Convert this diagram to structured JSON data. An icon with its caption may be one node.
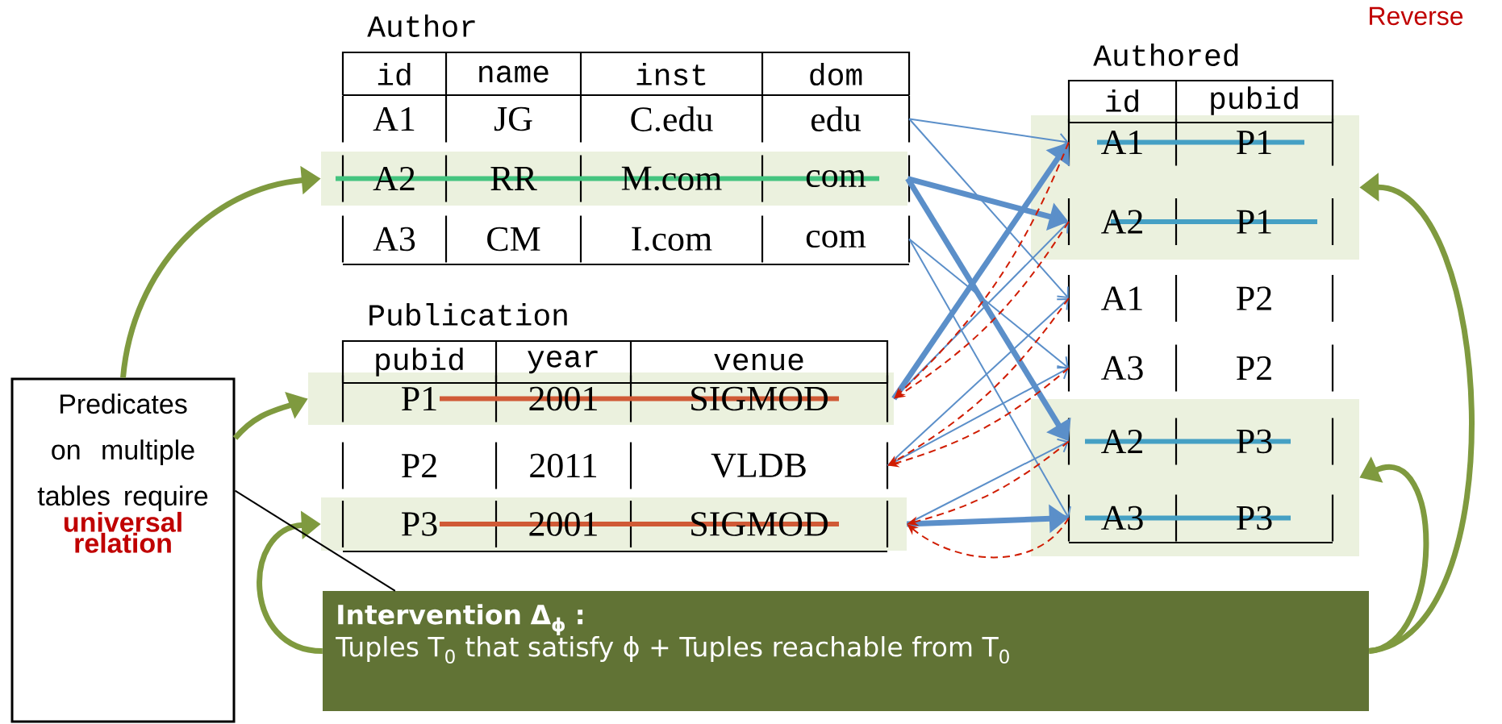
{
  "diagram": {
    "nodes": [
      {
        "text": [
          "A1",
          "JG",
          "C.edu",
          "edu"
        ]
      },
      {
        "text": [
          "A2",
          "RR",
          "M.com",
          "com"
        ]
      },
      {
        "text": [
          "A3",
          "CM",
          "I.com",
          "com"
        ]
      },
      {
        "text": [
          "P1",
          "2001",
          "SIGMOD"
        ]
      },
      {
        "text": [
          "P2",
          "2011",
          "VLDB"
        ]
      },
      {
        "text": [
          "P3",
          "2001",
          "SIGMOD"
        ]
      },
      {
        "text": [],
        "shape": "box"
      },
      {
        "text": [
          "A1",
          "P1"
        ],
        "in": 6
      },
      {
        "text": [
          "A2",
          "P1"
        ],
        "in": 6
      },
      {
        "text": [
          "A1",
          "P2"
        ]
      },
      {
        "text": [
          "A3",
          "P2"
        ]
      },
      {
        "text": [],
        "shape": "box"
      },
      {
        "text": [
          "A2",
          "P3"
        ],
        "in": 11
      },
      {
        "text": [
          "A3",
          "P3"
        ],
        "in": 11
      },
      {
        "text": [
          "Predicates on multiple tables require",
          "universal relation"
        ]
      },
      {
        "text": [
          "Intervention Δ$_{ϕ}$ :",
          "Tuples T$_{0}$ that satisfy ϕ + Tuples reachable from T$_{0}$"
        ]
      }
    ],
    "edges": [
      {
        "from": 0,
        "to": 7,
        "arrow": "to"
      },
      {
        "from": 0,
        "to": 9,
        "arrow": "to"
      },
      {
        "from": 1,
        "to": 8,
        "arrow": "to",
        "style": "thick"
      },
      {
        "from": 1,
        "to": 12,
        "arrow": "to",
        "style": "thick"
      },
      {
        "from": 2,
        "to": 10,
        "arrow": "to"
      },
      {
        "from": 2,
        "to": 13,
        "arrow": "to"
      },
      {
        "from": 3,
        "to": 7,
        "arrow": "to",
        "style": "thick"
      },
      {
        "from": 3,
        "to": 8,
        "arrow": "to"
      },
      {
        "from": 4,
        "to": 9,
        "arrow": "to"
      },
      {
        "from": 4,
        "to": 10,
        "arrow": "to"
      },
      {
        "from": 5,
        "to": 12,
        "arrow": "to"
      },
      {
        "from": 5,
        "to": 13,
        "arrow": "to",
        "style": "thick"
      },
      {
        "from": 7,
        "to": 3,
        "arrow": "to",
        "style": "dashed",
        "color": "#d01c00"
      },
      {
        "from": 8,
        "to": 3,
        "arrow": "to",
        "style": "dashed",
        "color": "#d01c00"
      },
      {
        "from": 9,
        "to": 4,
        "arrow": "to",
        "style": "dashed",
        "color": "#d01c00"
      },
      {
        "from": 10,
        "to": 4,
        "arrow": "to",
        "style": "dashed",
        "color": "#d01c00"
      },
      {
        "from": 12,
        "to": 5,
        "arrow": "to",
        "style": "dashed",
        "color": "#d01c00"
      },
      {
        "from": 13,
        "to": 5,
        "arrow": "to",
        "style": "dashed",
        "color": "#d01c00"
      },
      {
        "from": 14,
        "to": 1,
        "arrow": "to",
        "style": "thick",
        "color": "#7f9a3f"
      },
      {
        "from": 14,
        "to": 3,
        "arrow": "to",
        "style": "thick",
        "color": "#7f9a3f"
      },
      {
        "from": 15,
        "to": 5,
        "arrow": "to",
        "style": "thick",
        "color": "#7f9a3f"
      },
      {
        "from": 15,
        "to": 11,
        "arrow": "to",
        "style": "thick",
        "color": "#7f9a3f"
      },
      {
        "from": 15,
        "to": 6,
        "arrow": "to",
        "style": "thick",
        "color": "#7f9a3f"
      },
      {
        "from": 14,
        "to": 15,
        "arrow": "none",
        "color": "#000000"
      }
    ],
    "labels": [
      "Reverse",
      "Author",
      "id",
      "name",
      "inst",
      "dom",
      "Publication",
      "pubid",
      "year",
      "venue",
      "Authored",
      "id",
      "pubid"
    ]
  }
}
